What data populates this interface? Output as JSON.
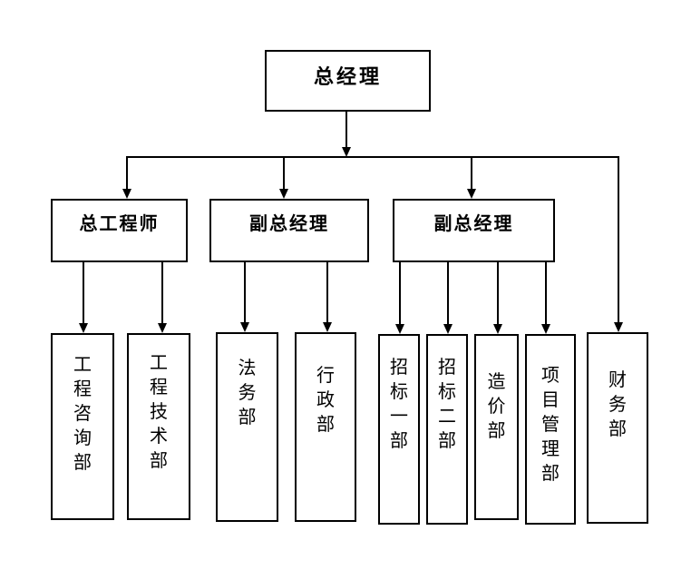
{
  "org": {
    "title": "organization-chart",
    "root": {
      "label": "总经理",
      "children": [
        {
          "label": "总工程师",
          "children": [
            {
              "label": "工程咨询部"
            },
            {
              "label": "工程技术部"
            }
          ]
        },
        {
          "label": "副总经理",
          "children": [
            {
              "label": "法务部"
            },
            {
              "label": "行政部"
            }
          ]
        },
        {
          "label": "副总经理",
          "children": [
            {
              "label": "招标一部"
            },
            {
              "label": "招标二部"
            },
            {
              "label": "造价部"
            },
            {
              "label": "项目管理部"
            }
          ]
        },
        {
          "label": "财务部",
          "children": []
        }
      ]
    },
    "colors": {
      "background": "#ffffff",
      "box_border": "#000000",
      "line": "#000000",
      "text": "#000000"
    }
  }
}
